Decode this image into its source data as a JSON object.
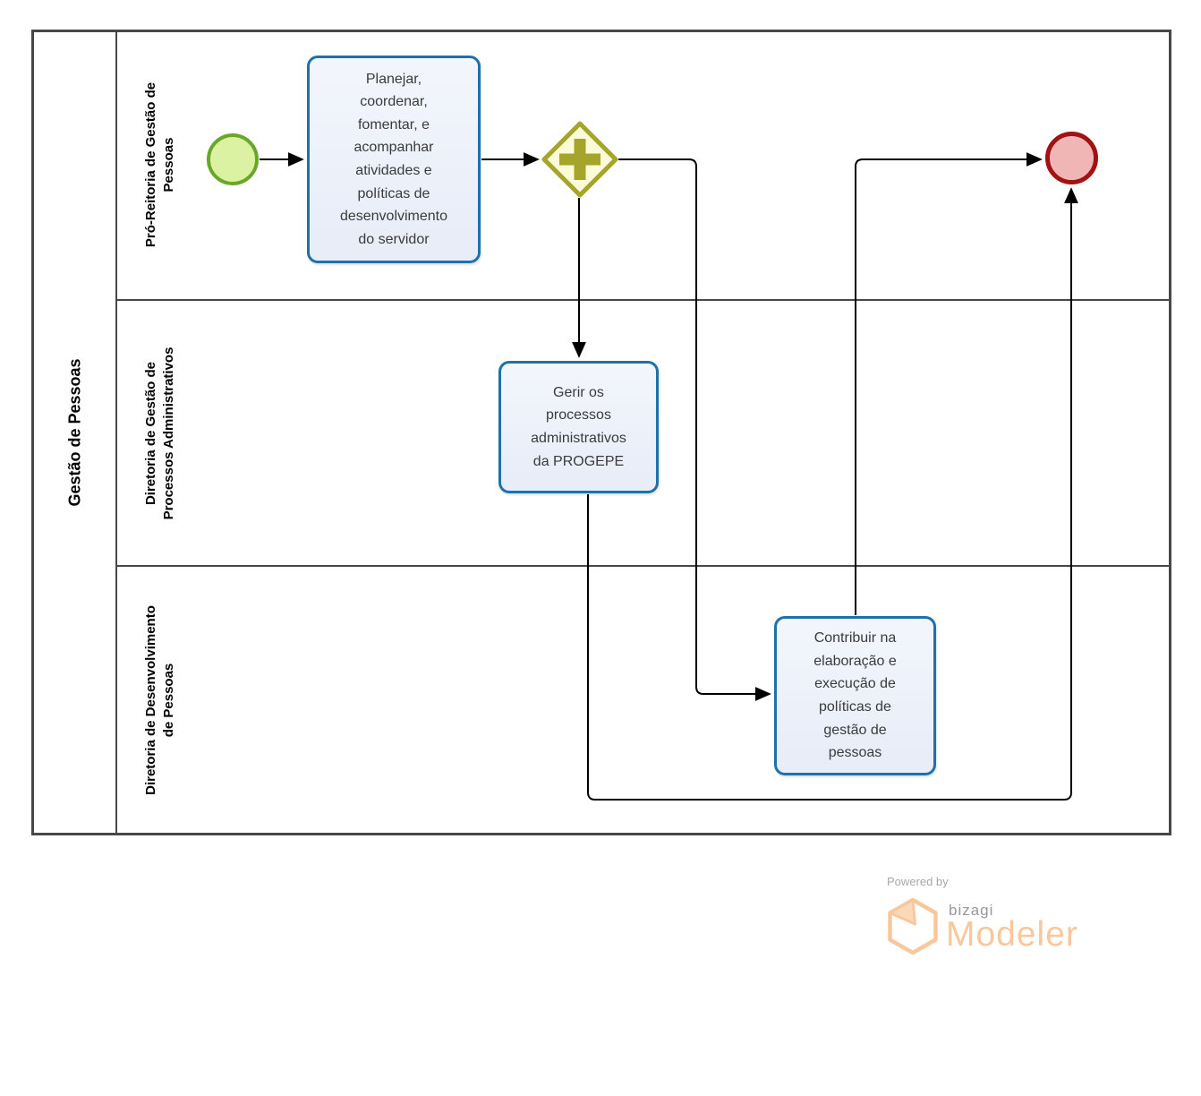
{
  "pool": {
    "label": "Gestão de Pessoas"
  },
  "lanes": [
    {
      "label": "Pró-Reitoria de Gestão de\nPessoas"
    },
    {
      "label": "Diretoria de Gestão de\nProcessos Administrativos"
    },
    {
      "label": "Diretoria de Desenvolvimento\nde Pessoas"
    }
  ],
  "nodes": {
    "start_event": {
      "type": "start-event"
    },
    "task_planejar": {
      "label": "Planejar,\ncoordenar,\nfomentar, e\nacompanhar\natividades e\npolíticas de\ndesenvolvimento\ndo servidor"
    },
    "gateway": {
      "type": "parallel-gateway"
    },
    "task_gerir": {
      "label": "Gerir os\nprocessos\nadministrativos\nda PROGEPE"
    },
    "task_contribuir": {
      "label": "Contribuir na\nelaboração e\nexecução de\npolíticas de\ngestão de\npessoas"
    },
    "end_event": {
      "type": "end-event"
    }
  },
  "colors": {
    "frame": "#474747",
    "flow": "#000000",
    "task_border": "#1E71A9",
    "task_fill": "#E8EDF8",
    "gateway_border": "#A5A52C",
    "gateway_fill": "#FBFBD8",
    "start_border": "#69A72B",
    "start_fill": "#DBF2A3",
    "end_border": "#A21212",
    "end_fill": "#F0B6B6",
    "brand_orange": "#F8C89C",
    "brand_orange_light": "#FAD9BA",
    "brand_gray": "#98989C"
  },
  "branding": {
    "powered_by": "Powered by",
    "brand": "bizagi",
    "product": "Modeler"
  }
}
